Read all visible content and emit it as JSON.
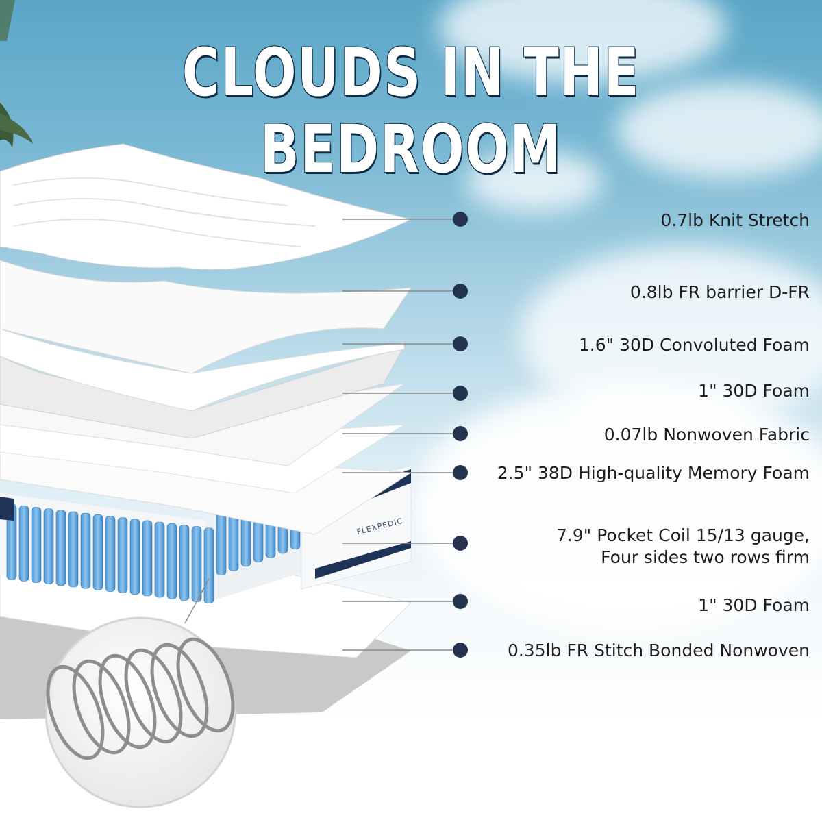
{
  "title": "CLOUDS IN THE BEDROOM",
  "brand_tag": "FLEXPEDIC",
  "layers": [
    {
      "label": "0.7lb Knit Stretch"
    },
    {
      "label": "0.8lb FR barrier D-FR"
    },
    {
      "label": "1.6\" 30D Convoluted Foam"
    },
    {
      "label": "1\" 30D Foam"
    },
    {
      "label": "0.07lb Nonwoven Fabric"
    },
    {
      "label": "2.5\" 38D High-quality Memory Foam"
    },
    {
      "label_line1": "7.9\" Pocket Coil  15/13 gauge,",
      "label_line2": "Four sides two rows firm"
    },
    {
      "label": "1\" 30D Foam"
    },
    {
      "label": "0.35lb FR Stitch Bonded Nonwoven"
    }
  ],
  "colors": {
    "dot": "#24344f",
    "coil_blue": "#5aa3db",
    "border_navy": "#1f3358"
  }
}
